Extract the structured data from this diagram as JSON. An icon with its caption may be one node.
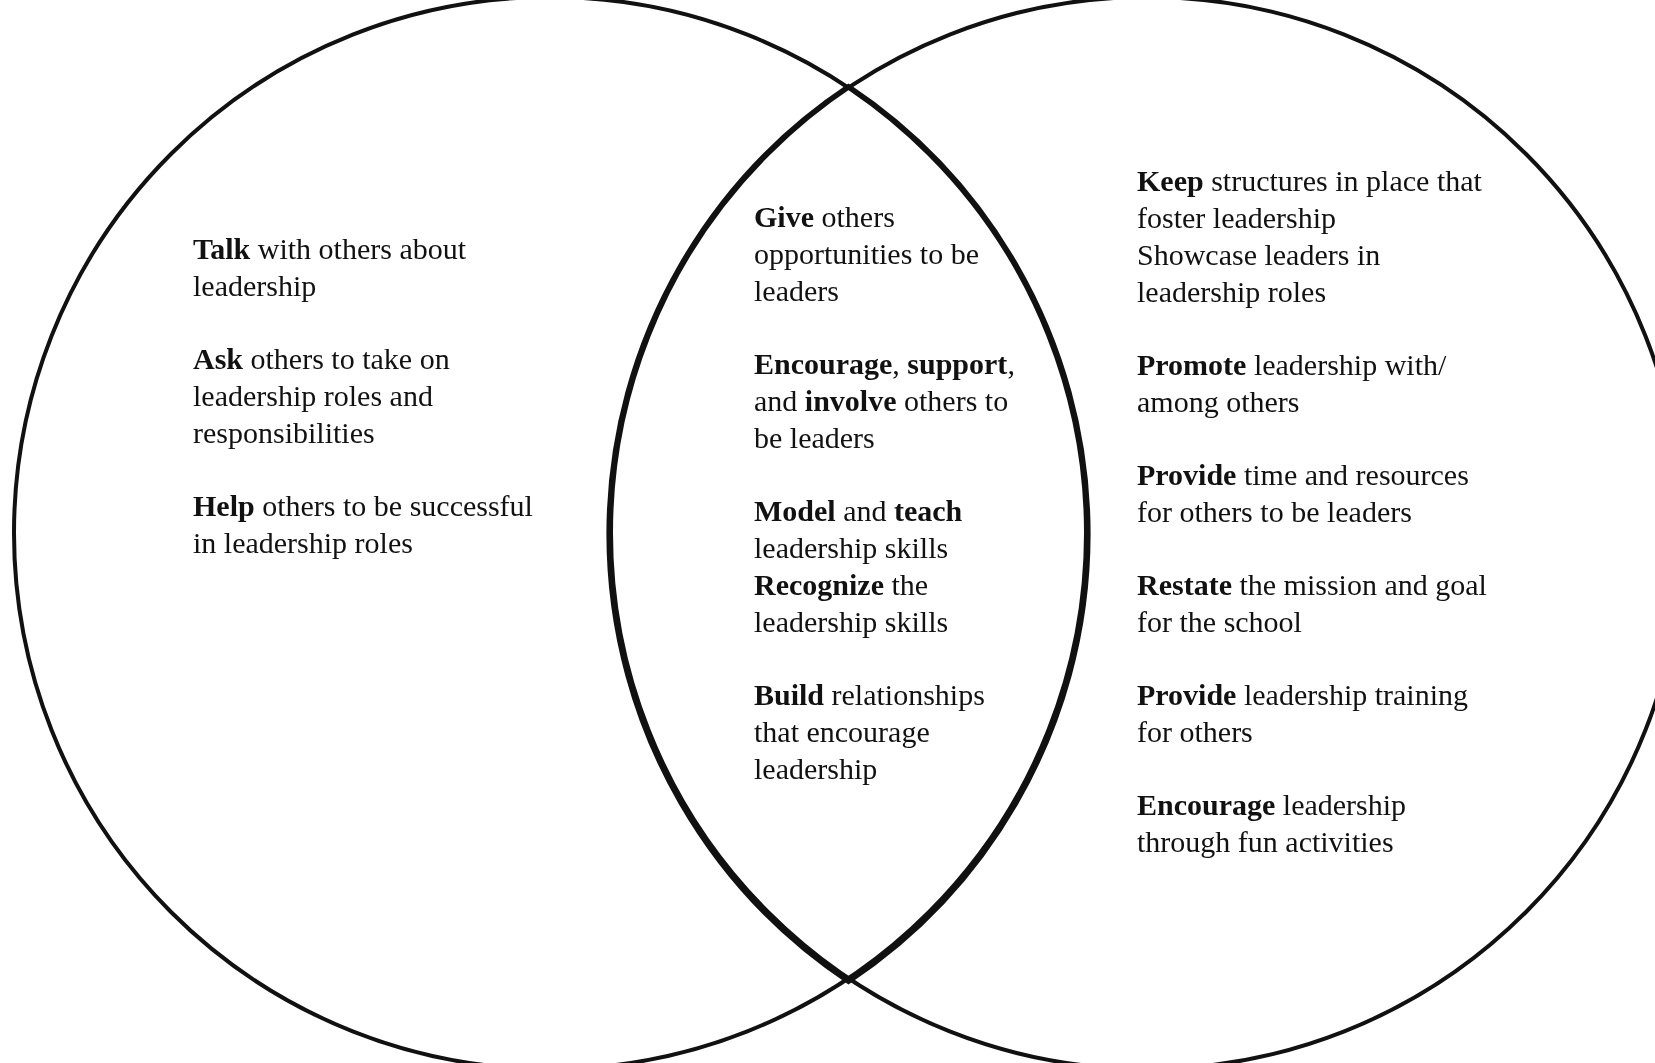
{
  "diagram": {
    "nodes": [
      {
        "text": [
          "**Talk** with others about leadership",
          "**Ask** others to take on leadership roles and responsibilities",
          "**Help** others to be successful in leadership roles"
        ]
      },
      {
        "text": [
          "**Keep** structures in place that foster leadership",
          "Showcase leaders in leadership roles",
          "**Promote** leadership with/ among others",
          "**Provide** time and resources for others to be leaders",
          "**Restate** the mission and goal for the school",
          "**Provide** leadership training for others",
          "**Encourage** leadership through fun activities"
        ]
      },
      {
        "text": [
          "**Give** others opportunities to be leaders",
          "**Encourage**, **support**, and **involve** others to be leaders",
          "**Model** and **teach** leadership skills",
          "**Recognize** the leadership skills",
          "**Build** relationships that encourage leadership"
        ]
      }
    ]
  }
}
